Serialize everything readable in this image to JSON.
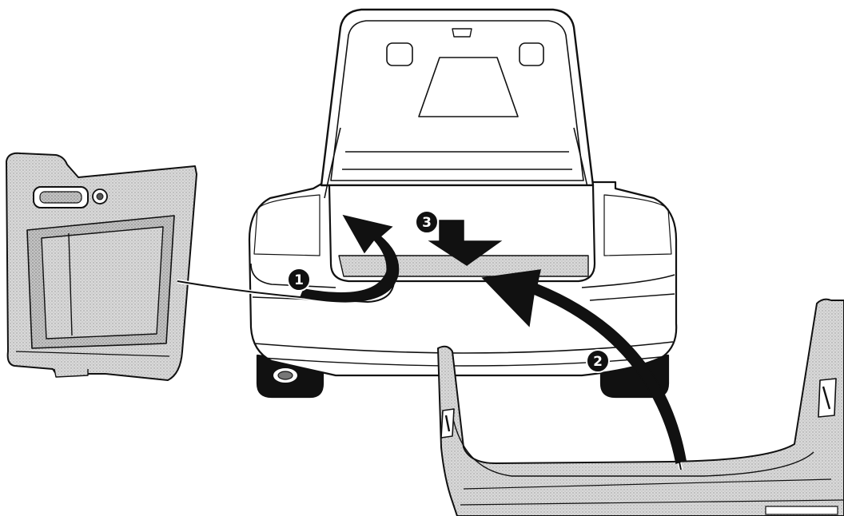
{
  "colors": {
    "line": "#111111",
    "panel_fill": "#cfcfcf",
    "panel_shade": "#bdbdbd",
    "car_fill": "#ffffff",
    "arrow": "#111111",
    "callout_bg": "#111111",
    "callout_text": "#ffffff"
  },
  "callouts": [
    {
      "id": "1",
      "label": "1"
    },
    {
      "id": "2",
      "label": "2"
    },
    {
      "id": "3",
      "label": "3"
    }
  ]
}
